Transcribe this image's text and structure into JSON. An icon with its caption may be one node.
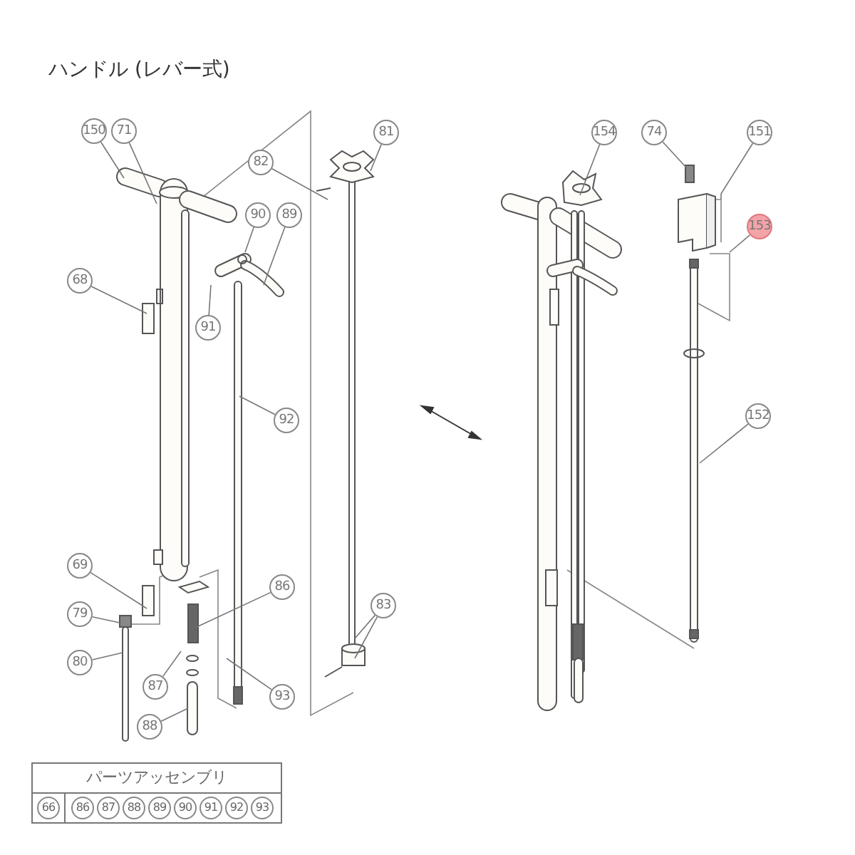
{
  "diagram": {
    "title": "ハンドル (レバー式)",
    "nodes": [
      {
        "text": [
          "150"
        ]
      },
      {
        "text": [
          "71"
        ]
      },
      {
        "text": [
          "81"
        ]
      },
      {
        "text": [
          "82"
        ]
      },
      {
        "text": [
          "90"
        ]
      },
      {
        "text": [
          "89"
        ]
      },
      {
        "text": [
          "68"
        ]
      },
      {
        "text": [
          "91"
        ]
      },
      {
        "text": [
          "92"
        ]
      },
      {
        "text": [
          "69"
        ]
      },
      {
        "text": [
          "79"
        ]
      },
      {
        "text": [
          "80"
        ]
      },
      {
        "text": [
          "86"
        ]
      },
      {
        "text": [
          "87"
        ]
      },
      {
        "text": [
          "88"
        ]
      },
      {
        "text": [
          "93"
        ]
      },
      {
        "text": [
          "83"
        ]
      },
      {
        "text": [
          "154"
        ]
      },
      {
        "text": [
          "74"
        ]
      },
      {
        "text": [
          "151"
        ]
      },
      {
        "text": [
          "153"
        ]
      },
      {
        "text": [
          "152"
        ]
      }
    ],
    "edges": [
      {
        "from": 0,
        "to": null,
        "arrow": "none"
      },
      {
        "from": 1,
        "to": null,
        "arrow": "none"
      },
      {
        "from": 2,
        "to": null,
        "arrow": "none"
      },
      {
        "from": 3,
        "to": null,
        "arrow": "none"
      },
      {
        "from": 4,
        "to": null,
        "arrow": "none"
      },
      {
        "from": 5,
        "to": null,
        "arrow": "none"
      },
      {
        "from": 6,
        "to": null,
        "arrow": "none"
      },
      {
        "from": 7,
        "to": null,
        "arrow": "none"
      },
      {
        "from": 8,
        "to": null,
        "arrow": "none"
      },
      {
        "from": 9,
        "to": null,
        "arrow": "none"
      },
      {
        "from": 10,
        "to": null,
        "arrow": "none"
      },
      {
        "from": 11,
        "to": null,
        "arrow": "none"
      },
      {
        "from": 12,
        "to": null,
        "arrow": "none"
      },
      {
        "from": 13,
        "to": null,
        "arrow": "none"
      },
      {
        "from": 14,
        "to": null,
        "arrow": "none"
      },
      {
        "from": 15,
        "to": null,
        "arrow": "none"
      },
      {
        "from": 16,
        "to": null,
        "arrow": "none"
      },
      {
        "from": 16,
        "to": null,
        "arrow": "none"
      },
      {
        "from": 17,
        "to": null,
        "arrow": "none"
      },
      {
        "from": 18,
        "to": null,
        "arrow": "none"
      },
      {
        "from": 19,
        "to": null,
        "arrow": "none"
      },
      {
        "from": 20,
        "to": null,
        "arrow": "none"
      },
      {
        "from": 21,
        "to": null,
        "arrow": "none"
      }
    ],
    "labels": [
      "パーツアッセンブリ",
      "66",
      "86",
      "87",
      "88",
      "89",
      "90",
      "91",
      "92",
      "93"
    ]
  }
}
